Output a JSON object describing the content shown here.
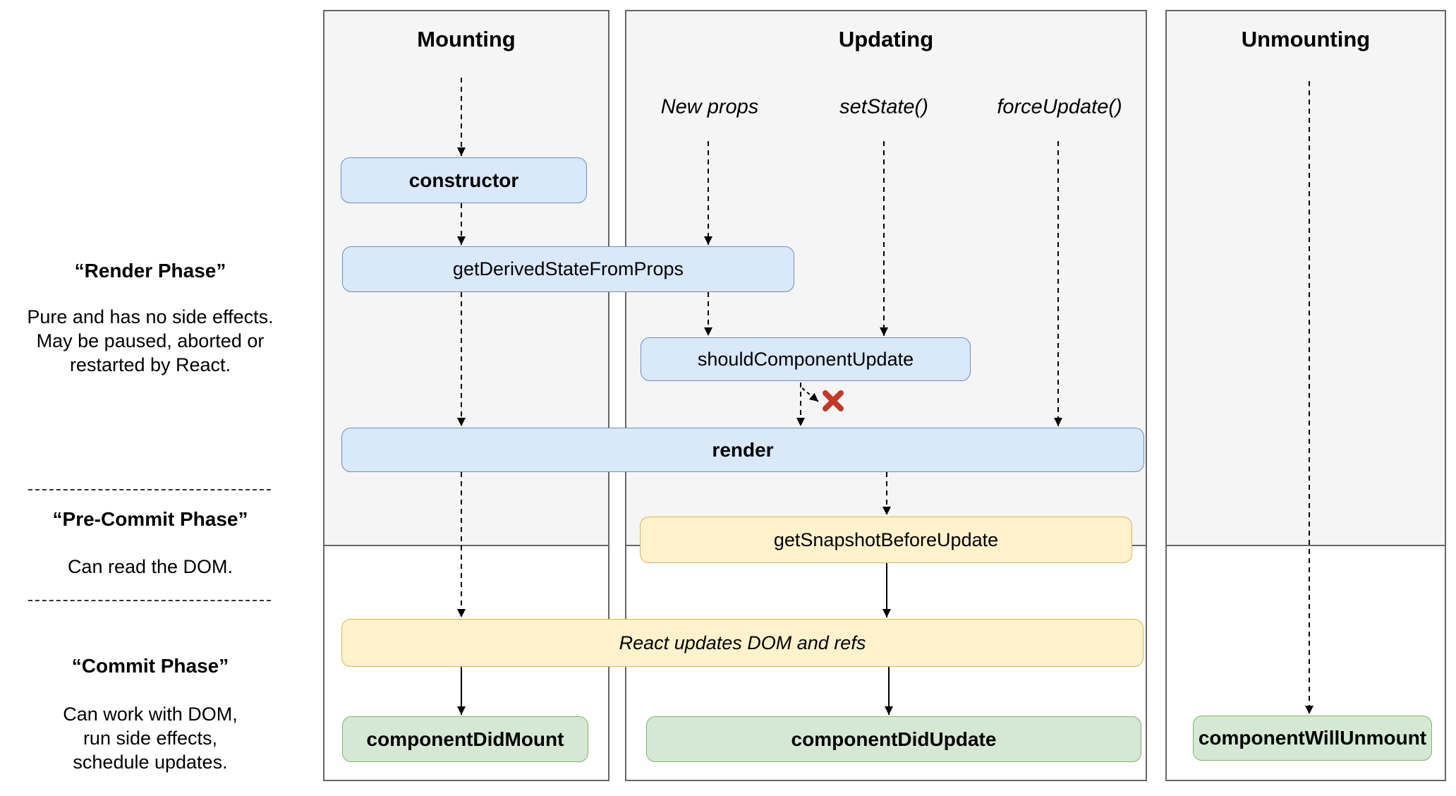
{
  "colors": {
    "box_blue_fill": "#dae8fc",
    "box_blue_border": "#6c8ebf",
    "box_yellow_fill": "#fff2cc",
    "box_yellow_border": "#d6b656",
    "box_green_fill": "#d5e8d4",
    "box_green_border": "#82b366",
    "panel_fill": "#f5f5f5",
    "panel_border": "#666666",
    "arrow": "#000000",
    "red_x": "#c0392b"
  },
  "columns": [
    {
      "title": "Mounting"
    },
    {
      "title": "Updating",
      "triggers": [
        "New props",
        "setState()",
        "forceUpdate()"
      ]
    },
    {
      "title": "Unmounting"
    }
  ],
  "phases": [
    {
      "title": "“Render Phase”",
      "lines": [
        "Pure and has no side effects.",
        "May be paused, aborted or",
        "restarted by React."
      ]
    },
    {
      "title": "“Pre-Commit Phase”",
      "lines": [
        "Can read the DOM."
      ]
    },
    {
      "title": "“Commit Phase”",
      "lines": [
        "Can work with DOM,",
        "run side effects,",
        "schedule updates."
      ]
    }
  ],
  "nodes": {
    "constructor": "constructor",
    "getDerivedStateFromProps": "getDerivedStateFromProps",
    "shouldComponentUpdate": "shouldComponentUpdate",
    "render": "render",
    "getSnapshotBeforeUpdate": "getSnapshotBeforeUpdate",
    "reactUpdates": "React updates DOM and refs",
    "componentDidMount": "componentDidMount",
    "componentDidUpdate": "componentDidUpdate",
    "componentWillUnmount": "componentWillUnmount"
  }
}
